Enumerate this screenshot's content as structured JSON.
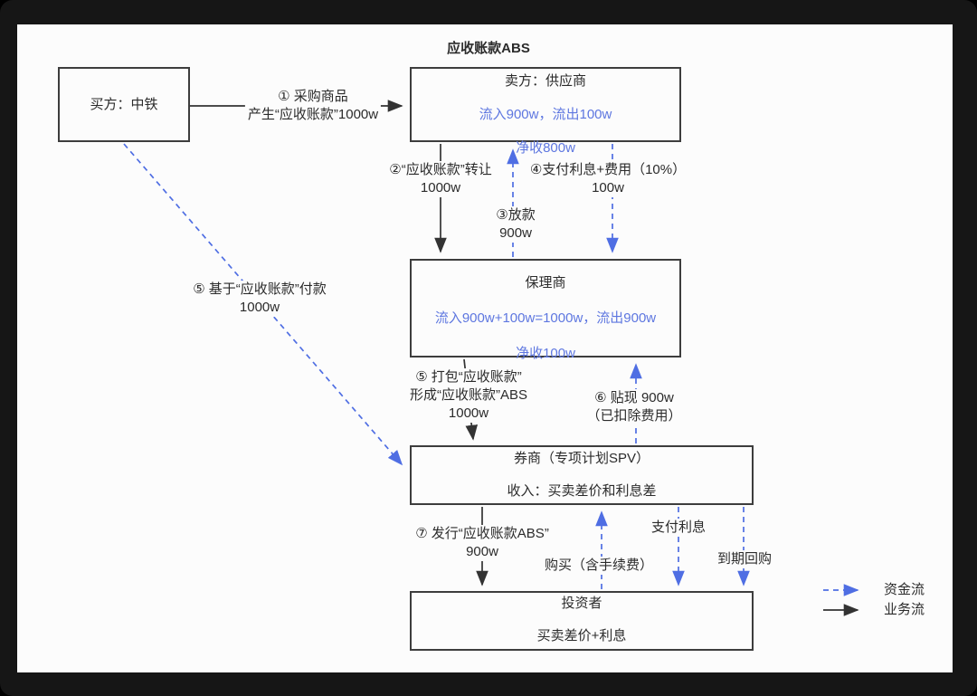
{
  "title": "应收账款ABS",
  "nodes": {
    "buyer": {
      "title": "买方：中铁"
    },
    "seller": {
      "title": "卖方：供应商",
      "flow1": "流入900w，流出100w",
      "flow2": "净收800w"
    },
    "factor": {
      "title": "保理商",
      "flow1": "流入900w+100w=1000w，流出900w",
      "flow2": "净收100w"
    },
    "spv": {
      "title": "券商（专项计划SPV）",
      "income": "收入：买卖差价和利息差"
    },
    "investor": {
      "title": "投资者",
      "income": "买卖差价+利息"
    }
  },
  "edges": {
    "purchase": {
      "line1": "① 采购商品",
      "line2": "产生“应收账款”1000w"
    },
    "transfer": {
      "line1": "②“应收账款”转让",
      "line2": "1000w"
    },
    "loan": {
      "line1": "③放款",
      "line2": "900w"
    },
    "interest_fee": {
      "line1": "④支付利息+费用（10%）",
      "line2": "100w"
    },
    "pay_on_ar": {
      "line1": "⑤ 基于“应收账款”付款",
      "line2": "1000w"
    },
    "package": {
      "line1": "⑤ 打包“应收账款”",
      "line2": "形成“应收账款”ABS",
      "line3": "1000w"
    },
    "discount": {
      "line1": "⑥ 贴现 900w",
      "line2": "（已扣除费用）"
    },
    "issue": {
      "line1": "⑦ 发行“应收账款ABS”",
      "line2": "900w"
    },
    "buy": {
      "line1": "购买（含手续费）"
    },
    "pay_interest": {
      "line1": "支付利息"
    },
    "repurchase": {
      "line1": "到期回购"
    }
  },
  "legend": {
    "capital_flow": "资金流",
    "business_flow": "业务流"
  },
  "colors": {
    "capital_flow_arrow": "#4f6ee3",
    "capital_flow_text": "#5e77e0",
    "business_flow": "#333333",
    "text": "#2b2b2b",
    "box_border": "#3d3d3d",
    "canvas_background": "#fcfcfc",
    "frame_background": "#161616"
  }
}
